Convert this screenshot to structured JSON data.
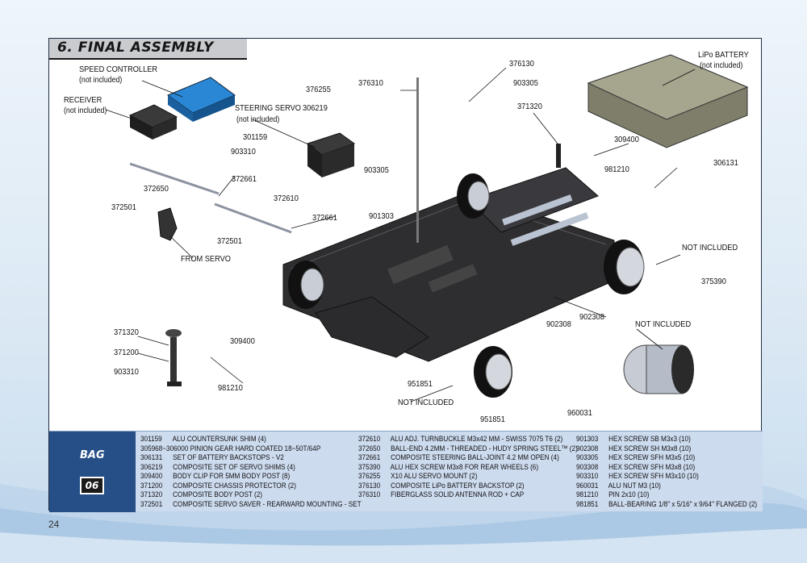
{
  "title": "6. FINAL ASSEMBLY",
  "page_number": "24",
  "bag": {
    "label": "BAG",
    "number": "06"
  },
  "labels": {
    "speed_controller": "SPEED CONTROLLER",
    "speed_controller_note": "(not included)",
    "receiver": "RECEIVER",
    "receiver_note": "(not included)",
    "steering_servo": "STEERING SERVO",
    "steering_servo_note": "(not included)",
    "lipo_battery": "LiPo BATTERY",
    "lipo_battery_note": "(not included)",
    "from_servo": "FROM SERVO",
    "not_included_1": "NOT INCLUDED",
    "not_included_2": "NOT INCLUDED",
    "not_included_3": "NOT INCLUDED",
    "p376255": "376255",
    "p306219": "306219",
    "p376310": "376310",
    "p376130": "376130",
    "p903305a": "903305",
    "p903305b": "903305",
    "p371320a": "371320",
    "p301159": "301159",
    "p903310a": "903310",
    "p309400a": "309400",
    "p981210a": "981210",
    "p306131": "306131",
    "p372661a": "372661",
    "p372650": "372650",
    "p372610": "372610",
    "p372501a": "372501",
    "p372501b": "372501",
    "p372661b": "372661",
    "p901303": "901303",
    "p375390": "375390",
    "p902308a": "902308",
    "p902308b": "902308",
    "p371320b": "371320",
    "p309400b": "309400",
    "p371200": "371200",
    "p903310b": "903310",
    "p981210b": "981210",
    "p951851a": "951851",
    "p951851b": "951851",
    "p960031": "960031"
  },
  "parts_list": {
    "col1": [
      {
        "code": "301159",
        "desc": "ALU COUNTERSUNK SHIM (4)"
      },
      {
        "code": "305968~306000",
        "desc": "PINION GEAR HARD COATED 18~50T/64P"
      },
      {
        "code": "306131",
        "desc": "SET OF BATTERY BACKSTOPS - V2"
      },
      {
        "code": "306219",
        "desc": "COMPOSITE SET OF SERVO SHIMS (4)"
      },
      {
        "code": "309400",
        "desc": "BODY CLIP FOR 5MM BODY POST (8)"
      },
      {
        "code": "371200",
        "desc": "COMPOSITE CHASSIS PROTECTOR (2)"
      },
      {
        "code": "371320",
        "desc": "COMPOSITE BODY POST (2)"
      },
      {
        "code": "372501",
        "desc": "COMPOSITE SERVO SAVER - REARWARD MOUNTING - SET"
      }
    ],
    "col2": [
      {
        "code": "372610",
        "desc": "ALU ADJ. TURNBUCKLE M3x42 MM - SWISS 7075 T6 (2)"
      },
      {
        "code": "372650",
        "desc": "BALL-END 4.2MM - THREADED - HUDY SPRING STEEL™ (2)"
      },
      {
        "code": "372661",
        "desc": "COMPOSITE STEERING BALL-JOINT 4.2 MM OPEN (4)"
      },
      {
        "code": "375390",
        "desc": "ALU HEX SCREW M3x8 FOR REAR WHEELS (6)"
      },
      {
        "code": "376255",
        "desc": "X10 ALU SERVO MOUNT (2)"
      },
      {
        "code": "376130",
        "desc": "COMPOSITE LiPo BATTERY BACKSTOP (2)"
      },
      {
        "code": "376310",
        "desc": "FIBERGLASS SOLID ANTENNA ROD + CAP"
      }
    ],
    "col3": [
      {
        "code": "901303",
        "desc": "HEX SCREW SB M3x3  (10)"
      },
      {
        "code": "902308",
        "desc": "HEX SCREW SH M3x8  (10)"
      },
      {
        "code": "903305",
        "desc": "HEX SCREW SFH M3x5  (10)"
      },
      {
        "code": "903308",
        "desc": "HEX SCREW SFH M3x8  (10)"
      },
      {
        "code": "903310",
        "desc": "HEX SCREW SFH M3x10  (10)"
      },
      {
        "code": "960031",
        "desc": "ALU NUT M3  (10)"
      },
      {
        "code": "981210",
        "desc": "PIN 2x10  (10)"
      },
      {
        "code": "981851",
        "desc": "BALL-BEARING 1/8\" x 5/16\" x 9/64\" FLANGED  (2)"
      }
    ]
  }
}
